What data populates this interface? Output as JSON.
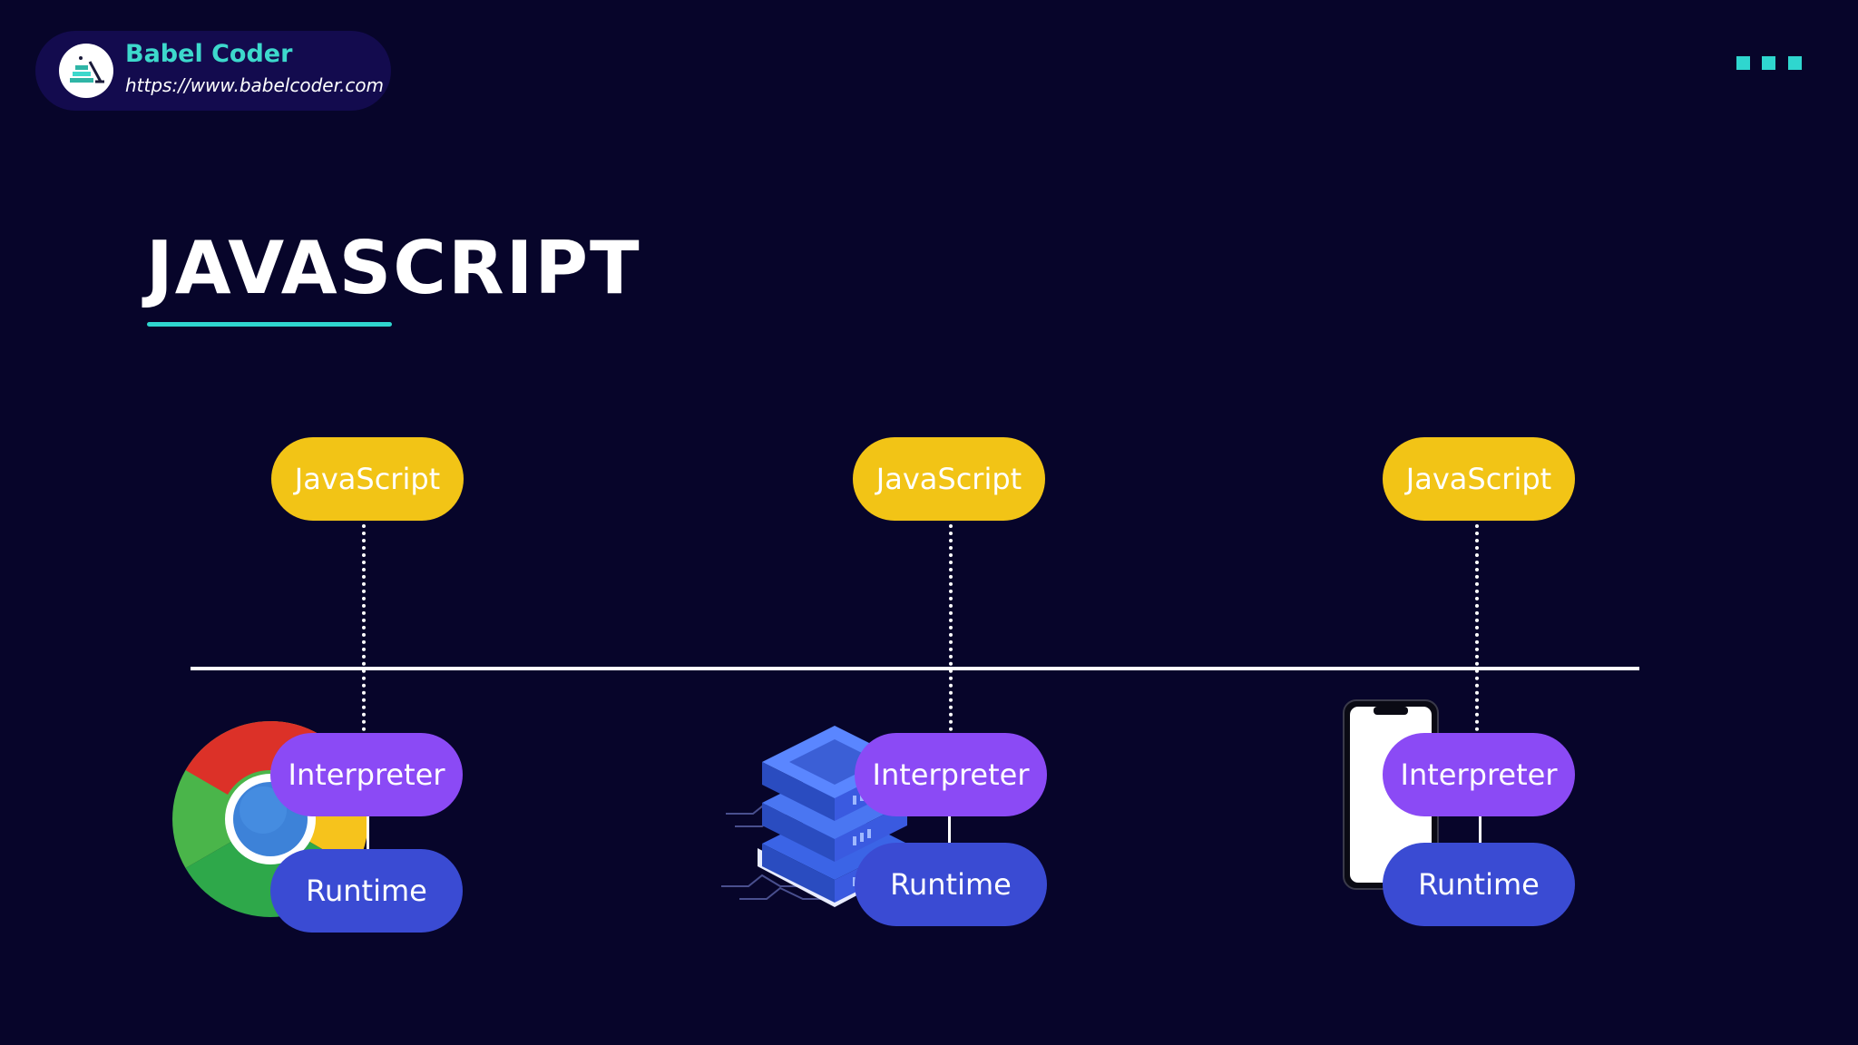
{
  "brand": {
    "name": "Babel Coder",
    "url": "https://www.babelcoder.com"
  },
  "title": "JAVASCRIPT",
  "columns": [
    {
      "icon": "chrome-browser-icon",
      "top_label": "JavaScript",
      "middle_label": "Interpreter",
      "bottom_label": "Runtime"
    },
    {
      "icon": "server-stack-icon",
      "top_label": "JavaScript",
      "middle_label": "Interpreter",
      "bottom_label": "Runtime"
    },
    {
      "icon": "smartphone-icon",
      "top_label": "JavaScript",
      "middle_label": "Interpreter",
      "bottom_label": "Runtime"
    }
  ],
  "colors": {
    "background": "#07052a",
    "accent": "#2fd6cf",
    "javascript_pill": "#f2c416",
    "interpreter_pill": "#8b4af5",
    "runtime_pill": "#3a4bd3"
  }
}
